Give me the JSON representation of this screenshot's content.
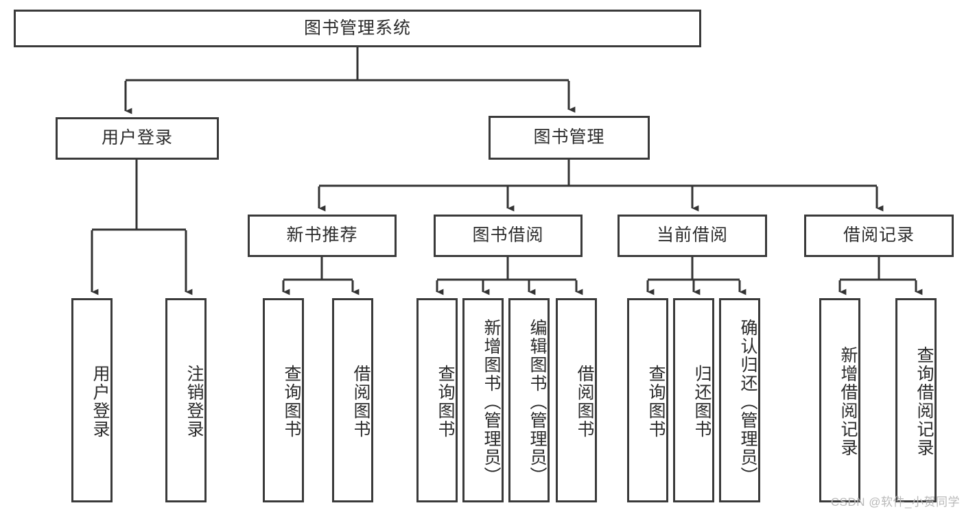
{
  "diagram": {
    "title": "图书管理系统",
    "type": "tree-hierarchy",
    "watermark": "CSDN @软件_小贺同学",
    "colors": {
      "box_border": "#3a3a3a",
      "box_fill": "#ffffff",
      "connector": "#333333",
      "text": "#2b2b2b",
      "watermark": "#b9b9b9",
      "background": "#ffffff"
    },
    "root": {
      "label": "图书管理系统"
    },
    "level1": [
      {
        "label": "用户登录"
      },
      {
        "label": "图书管理"
      }
    ],
    "level2": [
      {
        "label": "新书推荐"
      },
      {
        "label": "图书借阅"
      },
      {
        "label": "当前借阅"
      },
      {
        "label": "借阅记录"
      }
    ],
    "leaves": {
      "user_login": [
        {
          "label": "用户登录"
        },
        {
          "label": "注销登录"
        }
      ],
      "new_book": [
        {
          "label": "查询图书"
        },
        {
          "label": "借阅图书"
        }
      ],
      "book_borrow": [
        {
          "label": "查询图书"
        },
        {
          "label": "新增图书（管理员）"
        },
        {
          "label": "编辑图书（管理员）"
        },
        {
          "label": "借阅图书"
        }
      ],
      "current_borrow": [
        {
          "label": "查询图书"
        },
        {
          "label": "归还图书"
        },
        {
          "label": "确认归还（管理员）"
        }
      ],
      "borrow_record": [
        {
          "label": "新增借阅记录"
        },
        {
          "label": "查询借阅记录"
        }
      ]
    }
  }
}
